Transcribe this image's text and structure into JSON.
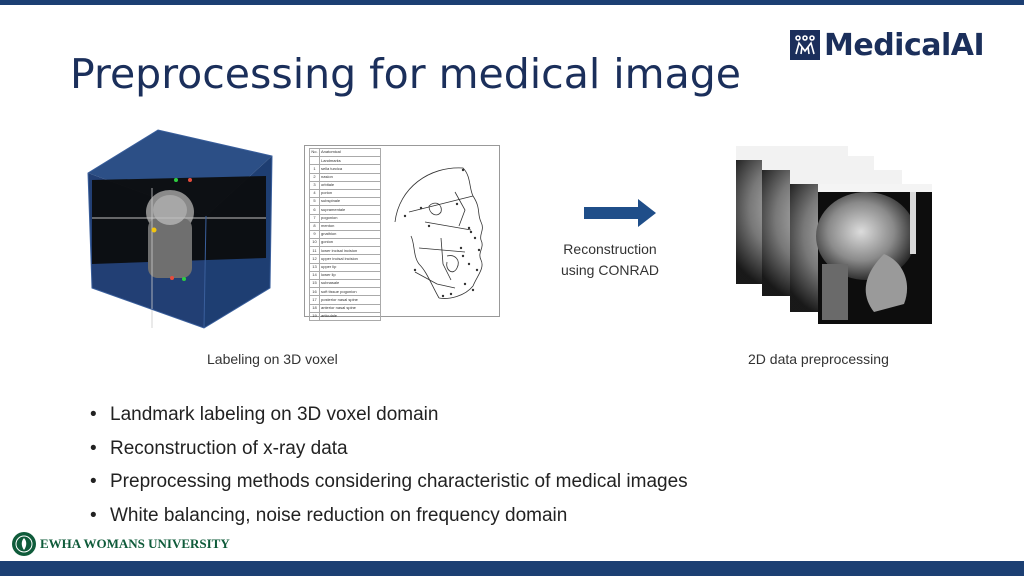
{
  "slide": {
    "title": "Preprocessing for medical image",
    "brand": {
      "name": "MedicalAI",
      "icon": "medicalai-logo-icon",
      "color": "#1b2f5b"
    },
    "accent_bar_color": "#1c3f73"
  },
  "figures": {
    "left_caption": "Labeling  on  3D voxel",
    "right_caption": "2D data preprocessing",
    "reconstruction_text_line1": "Reconstruction",
    "reconstruction_text_line2": "using  CONRAD",
    "landmark_table": {
      "header_no": "No.",
      "header_name_line1": "Anatomical",
      "header_name_line2": "Landmarks",
      "rows": [
        {
          "no": "1",
          "name": "sella turcica"
        },
        {
          "no": "2",
          "name": "nasion"
        },
        {
          "no": "3",
          "name": "orbitale"
        },
        {
          "no": "4",
          "name": "porion"
        },
        {
          "no": "5",
          "name": "subspinale"
        },
        {
          "no": "6",
          "name": "supramentale"
        },
        {
          "no": "7",
          "name": "pogonion"
        },
        {
          "no": "8",
          "name": "menton"
        },
        {
          "no": "9",
          "name": "gnathion"
        },
        {
          "no": "10",
          "name": "gonion"
        },
        {
          "no": "11",
          "name": "lower incisal incision"
        },
        {
          "no": "12",
          "name": "upper incisal incision"
        },
        {
          "no": "13",
          "name": "upper lip"
        },
        {
          "no": "14",
          "name": "lower lip"
        },
        {
          "no": "15",
          "name": "subnasale"
        },
        {
          "no": "16",
          "name": "soft tissue pogonion"
        },
        {
          "no": "17",
          "name": "posterior nasal spine"
        },
        {
          "no": "18",
          "name": "anterior nasal spine"
        },
        {
          "no": "19",
          "name": "articulale"
        }
      ]
    }
  },
  "bullets": [
    "Landmark labeling on 3D voxel domain",
    "Reconstruction of x-ray data",
    "Preprocessing methods considering characteristic of medical images",
    "White balancing, noise reduction on frequency domain"
  ],
  "footer": {
    "university": "EWHA WOMANS UNIVERSITY",
    "seal_icon": "university-seal-icon",
    "color": "#0f5b3a"
  }
}
